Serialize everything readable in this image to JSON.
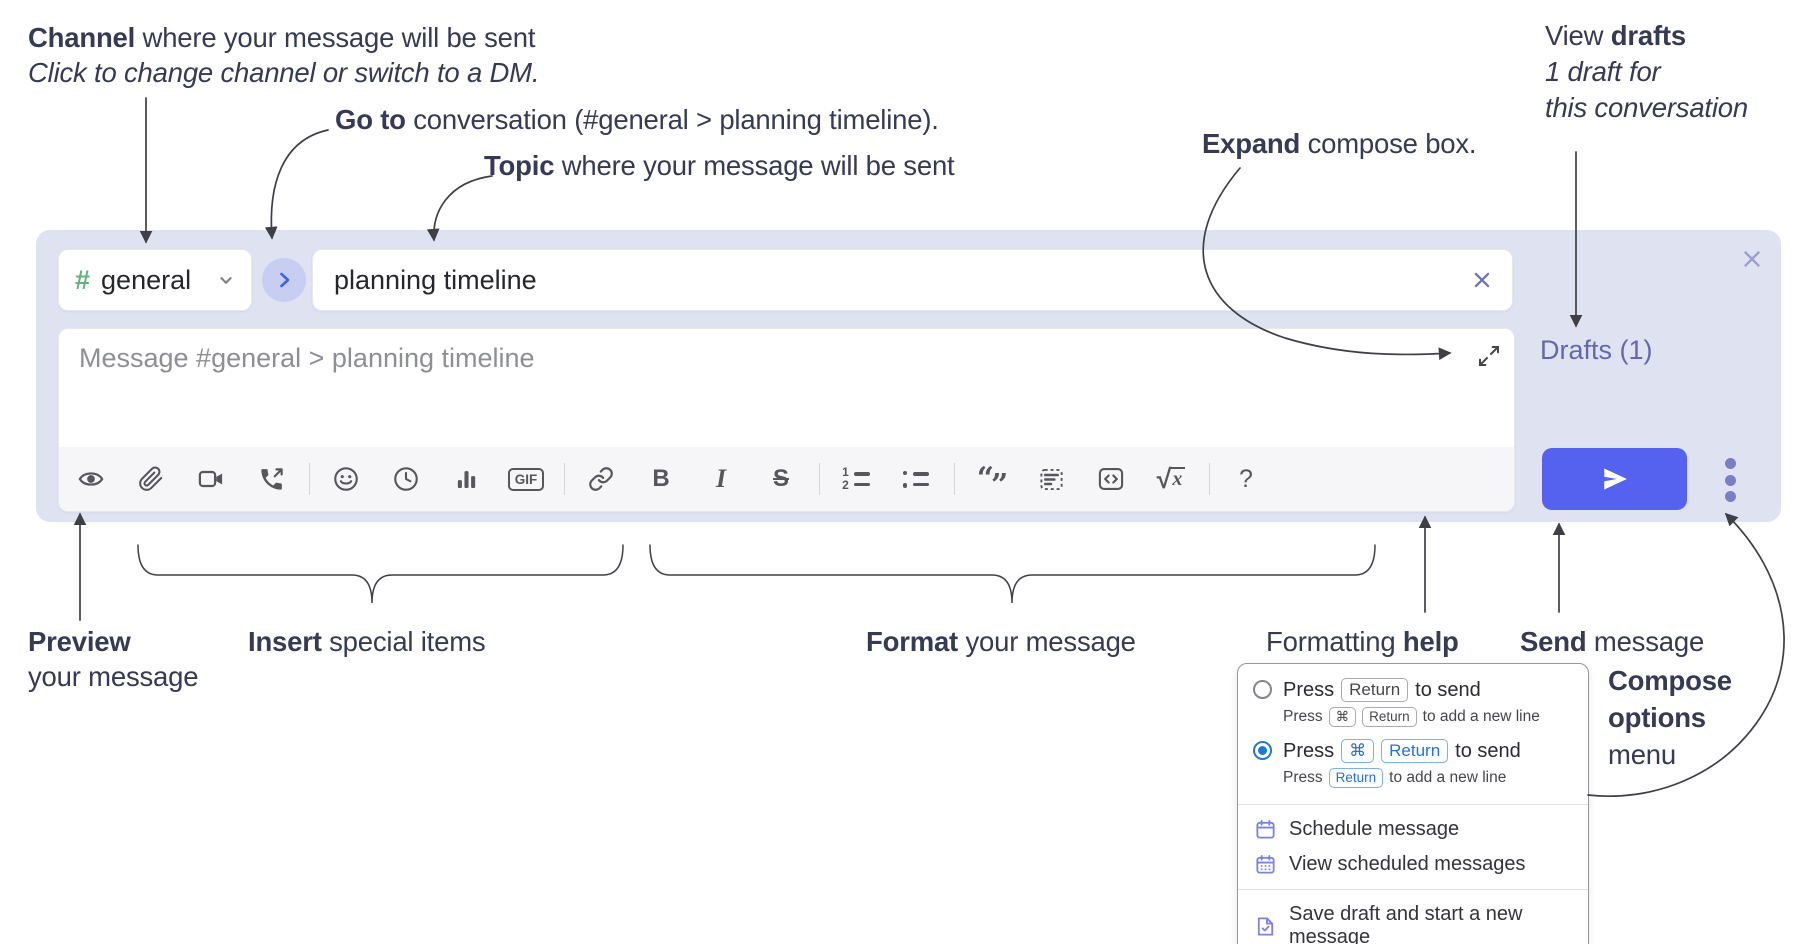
{
  "annotations": {
    "channel": {
      "bold": "Channel",
      "rest": " where your message will be sent",
      "sub_italic": "Click to change channel or switch to a DM."
    },
    "goto": {
      "bold": "Go to",
      "rest": " conversation (#general > planning timeline)."
    },
    "topic": {
      "bold": "Topic",
      "rest": " where your message will be sent"
    },
    "expand": {
      "bold": "Expand",
      "rest": " compose box."
    },
    "view_drafts": {
      "pre": "View ",
      "bold": "drafts",
      "line2": "1 draft for",
      "line3": "this conversation"
    },
    "preview": {
      "bold": "Preview",
      "line2": "your message"
    },
    "insert": {
      "bold": "Insert",
      "rest": " special items"
    },
    "format": {
      "bold": "Format",
      "rest": " your message"
    },
    "formatting_help": {
      "pre": "Formatting ",
      "bold": "help"
    },
    "send": {
      "bold": "Send",
      "rest": " message"
    },
    "compose_options": {
      "line1": "Compose",
      "line2": "options",
      "line3": "menu"
    }
  },
  "composer": {
    "channel_hash": "#",
    "channel_name": "general",
    "topic_value": "planning timeline",
    "message_placeholder": "Message #general > planning timeline",
    "drafts_link": "Drafts (1)",
    "toolbar": {
      "gif": "GIF",
      "bold": "B",
      "italic": "I",
      "strike": "S",
      "ol_1": "1",
      "ol_2": "2",
      "quote_open": "“",
      "quote_close": "”",
      "formula_root": "√",
      "formula_var": "x",
      "help": "?"
    }
  },
  "options_menu": {
    "option1": {
      "main_press": "Press",
      "main_key": "Return",
      "main_rest": "to send",
      "sub_press": "Press",
      "sub_key1": "⌘",
      "sub_key2": "Return",
      "sub_rest": "to add a new line"
    },
    "option2": {
      "main_press": "Press",
      "main_key1": "⌘",
      "main_key2": "Return",
      "main_rest": "to send",
      "sub_press": "Press",
      "sub_key": "Return",
      "sub_rest": "to add a new line"
    },
    "items": [
      "Schedule message",
      "View scheduled messages",
      "Save draft and start a new message"
    ]
  },
  "colors": {
    "composer_bg": "#dfe2f1",
    "send_button": "#5562ef",
    "drafts_link": "#6467ab",
    "hash_green": "#62b37c",
    "go_chevron_blue": "#4166e0",
    "selected_radio_blue": "#1e78d7",
    "kbd_blue": "#2573cf",
    "menu_icon_purple": "#7e81dd",
    "annotation_text": "#363a52"
  }
}
